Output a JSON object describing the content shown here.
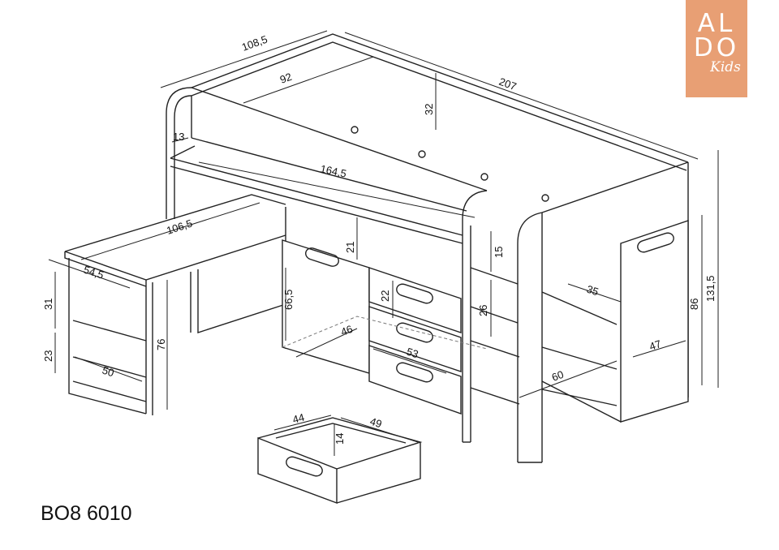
{
  "brand": {
    "line1": "AL",
    "line2": "DO",
    "line3": "Kids",
    "color": "#e89f74"
  },
  "model_code": "BO8 6010",
  "dimensions": {
    "bed_width": "108,5",
    "inner_width": "92",
    "bed_length": "207",
    "rail_height": "32",
    "small_offset": "13",
    "shelf_length": "164,5",
    "desk_length": "106,5",
    "desk_depth": "54,5",
    "shelf_top_height": "31",
    "shelf_bottom_height": "23",
    "shelf_width": "50",
    "desk_height": "76",
    "gap_height": "21",
    "cabinet_height": "66,5",
    "cabinet_depth": "46",
    "drawer_height": "22",
    "drawer_width": "53",
    "step_height_top": "15",
    "step_height_mid": "26",
    "shelf_depth": "35",
    "shelf_width_long": "60",
    "wardrobe_depth": "47",
    "wardrobe_height": "86",
    "total_height": "131,5",
    "loose_drawer_depth": "44",
    "loose_drawer_width": "49",
    "loose_drawer_height": "14"
  }
}
